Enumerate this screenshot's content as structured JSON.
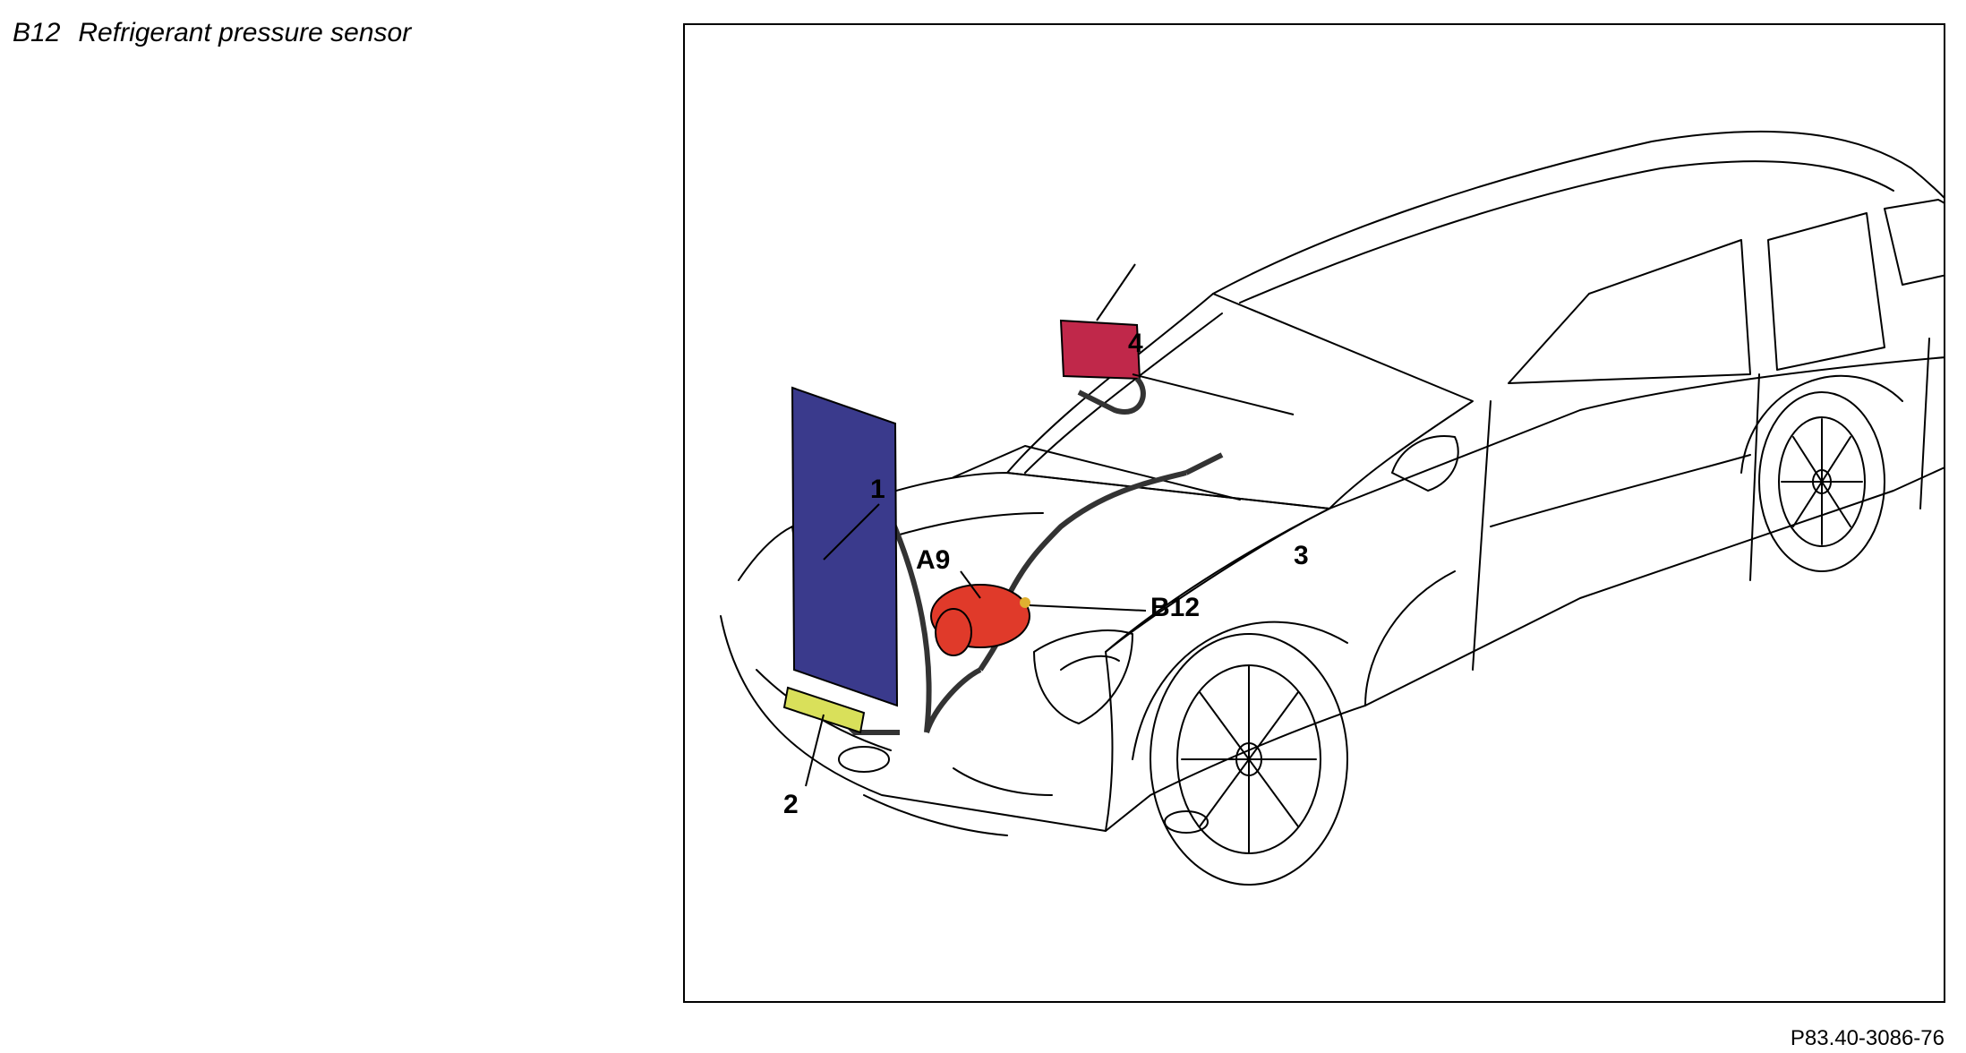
{
  "caption": {
    "code": "B12",
    "text": "Refrigerant pressure sensor"
  },
  "figure": {
    "labels": {
      "l1": "1",
      "l2": "2",
      "l3": "3",
      "l4": "4",
      "a9": "A9",
      "b12": "B12"
    },
    "reference": "P83.40-3086-76"
  },
  "colors": {
    "condenser": "#3a3a8c",
    "drier": "#d9e05a",
    "compressor": "#e03a2a",
    "evaporator_box": "#c0284a",
    "outline": "#000000"
  }
}
